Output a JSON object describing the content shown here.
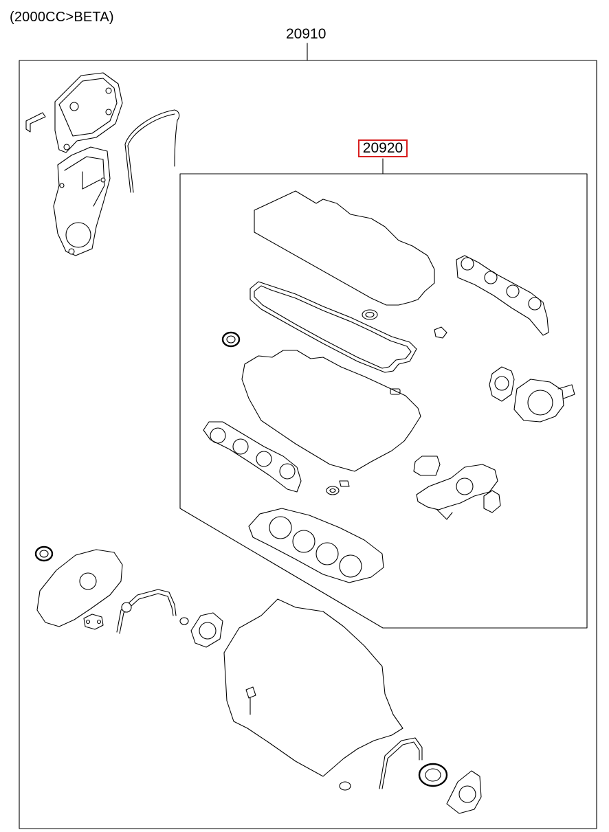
{
  "diagram": {
    "caption": "(2000CC>BETA)",
    "outer_kit_part_number": "20910",
    "inner_kit_part_number": "20920",
    "highlight_color": "#d81e1e"
  }
}
